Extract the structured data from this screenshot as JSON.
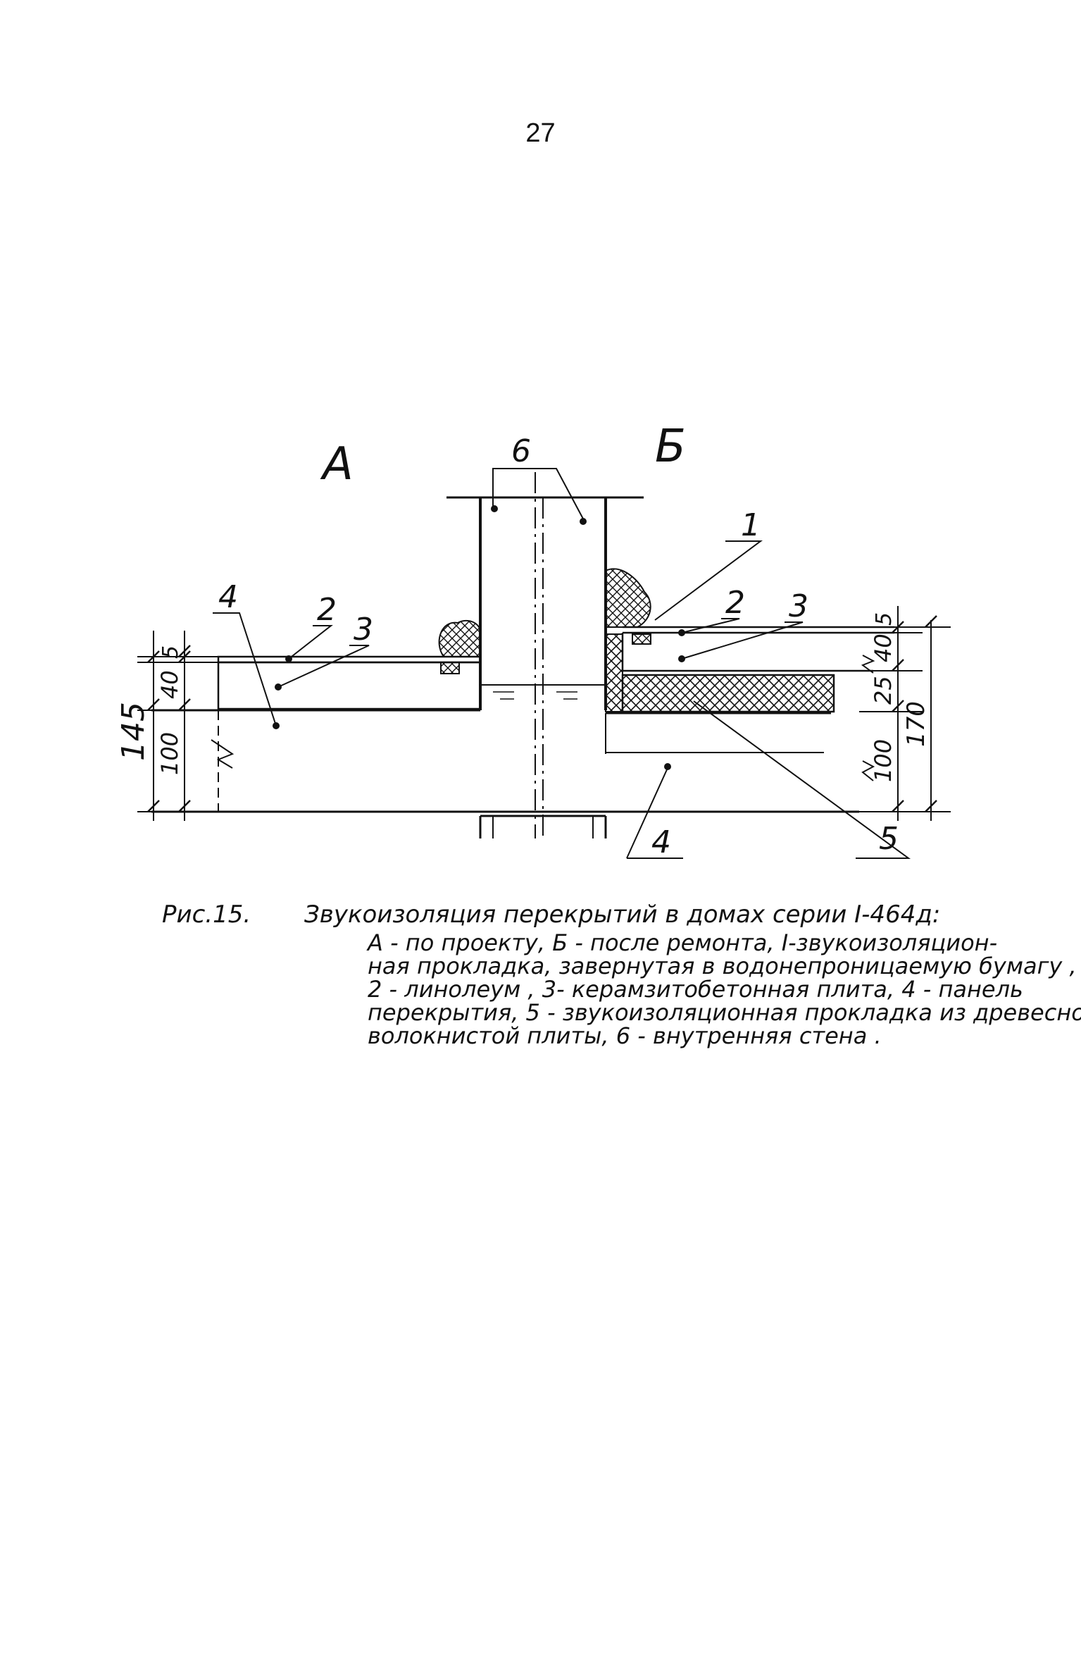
{
  "page_number": "27",
  "figure": {
    "section_a_label": "А",
    "section_b_label": "Б",
    "callouts": {
      "wall": "6",
      "item_1": "1",
      "item_2_left": "2",
      "item_3_left": "3",
      "item_4_left": "4",
      "item_2_right": "2",
      "item_3_right": "3",
      "item_4_right": "4",
      "item_5_right": "5"
    },
    "dimensions_left": {
      "total": "145",
      "d5": "5",
      "d40": "40",
      "d100": "100"
    },
    "dimensions_right": {
      "total": "170",
      "d5": "5",
      "d40": "40",
      "d25": "25",
      "d100": "100"
    }
  },
  "caption": {
    "figure_number": "Рис.15.",
    "title": "Звукоизоляция перекрытий в домах серии I-464д:",
    "lines": [
      "А - по проекту, Б - после ремонта, I-звукоизоляцион-",
      "ная прокладка, завернутая в водонепроницаемую бумагу ,",
      "2 - линолеум , 3- керамзитобетонная плита, 4 - панель",
      "перекрытия, 5 - звукоизоляционная прокладка из древесно-",
      "волокнистой плиты, 6 - внутренняя стена ."
    ]
  }
}
